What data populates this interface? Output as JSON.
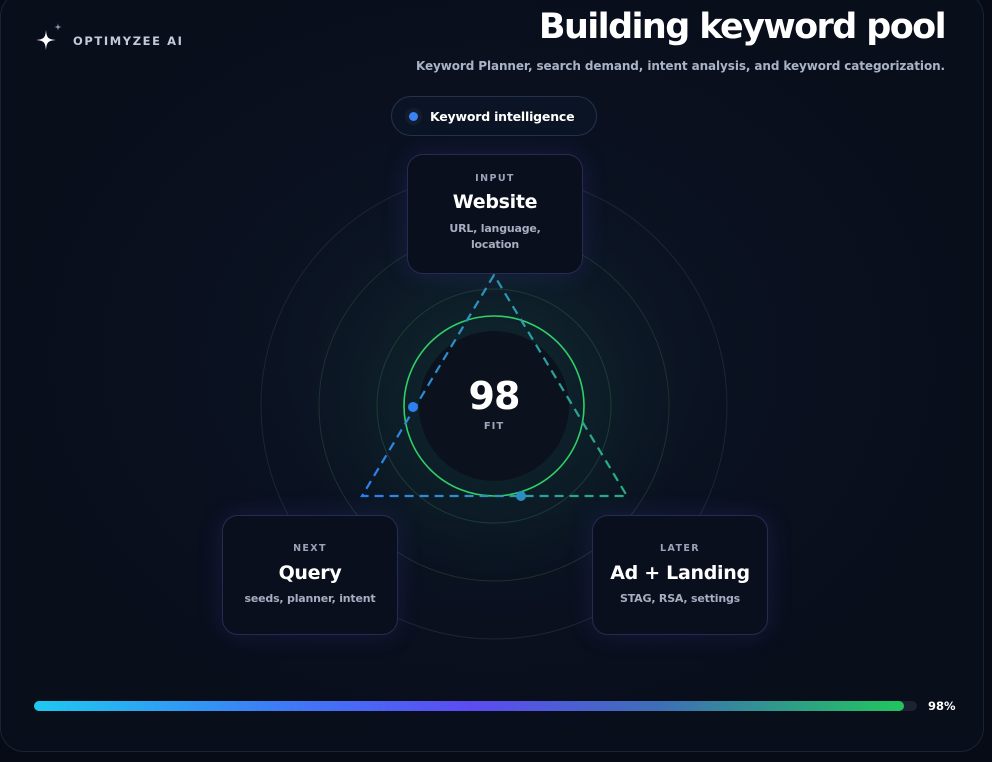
{
  "brand": {
    "name": "OPTIMYZEE AI",
    "icon": "sparkle-icon"
  },
  "header": {
    "title": "Building keyword pool",
    "subtitle": "Keyword Planner, search demand, intent analysis, and keyword categorization."
  },
  "badge": {
    "label": "Keyword intelligence",
    "dot_color": "#3b82f6"
  },
  "steps": {
    "input": {
      "tag": "INPUT",
      "title": "Website",
      "description": "URL, language, location"
    },
    "next": {
      "tag": "NEXT",
      "title": "Query",
      "description": "seeds, planner, intent"
    },
    "later": {
      "tag": "LATER",
      "title": "Ad + Landing",
      "description": "STAG, RSA, settings"
    }
  },
  "score": {
    "value": "98",
    "label": "FIT"
  },
  "progress": {
    "fraction": 0.985,
    "label": "98%"
  },
  "colors": {
    "accent_blue": "#3b82f6",
    "accent_green": "#22c55e",
    "accent_cyan": "#1fc9f0",
    "accent_violet": "#5b4cf2"
  }
}
